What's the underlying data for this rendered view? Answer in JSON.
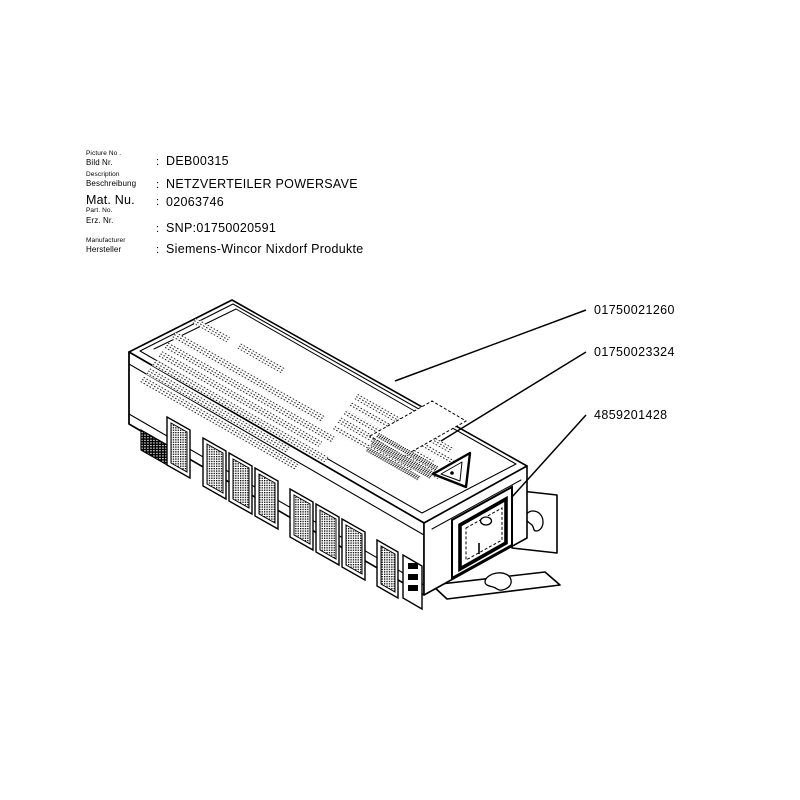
{
  "spec": {
    "rows": [
      {
        "label_en": "Picture No .",
        "label_de": "Bild Nr.",
        "separator": ":",
        "value": "DEB00315"
      },
      {
        "label_en": "Description",
        "label_de": "Beschreibung",
        "separator": ":",
        "value": "NETZVERTEILER POWERSAVE"
      },
      {
        "label_en": "Part. No.",
        "label_de": "Mat. Nu.",
        "separator": ":",
        "value": "02063746"
      },
      {
        "label_en": "",
        "label_de": "Erz. Nr.",
        "separator": ":",
        "value": "SNP:01750020591"
      },
      {
        "label_en": "Manufacturer",
        "label_de": "Hersteller",
        "separator": ":",
        "value": "Siemens-Wincor Nixdorf Produkte"
      }
    ]
  },
  "callouts": [
    {
      "part_number": "01750021260"
    },
    {
      "part_number": "01750023324"
    },
    {
      "part_number": "4859201428"
    }
  ],
  "drawing": {
    "subject": "NETZVERTEILER POWERSAVE power distribution unit",
    "view": "isometric line drawing",
    "line_color": "#000000",
    "fill_color": "#ffffff",
    "features": [
      "ventilation-grille",
      "power-socket-group-a",
      "power-socket-group-b",
      "power-socket-group-c",
      "power-inlet-connector",
      "rocker-power-switch",
      "mounting-bracket-upper",
      "mounting-bracket-lower",
      "top-specification-label",
      "barcode-label",
      "warning-triangle-label"
    ]
  }
}
